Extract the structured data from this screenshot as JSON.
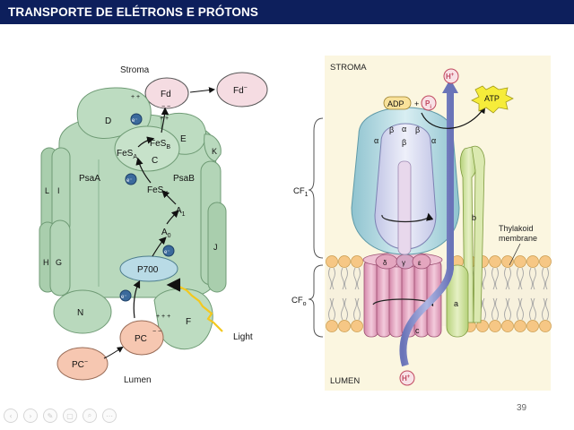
{
  "slide": {
    "title": "TRANSPORTE DE ELÉTRONS E PRÓTONS",
    "page_number": "39"
  },
  "left_diagram": {
    "stroma": "Stroma",
    "lumen": "Lumen",
    "light": "Light",
    "fd": "Fd",
    "fd_minus": "Fd",
    "fd_minus_sup": "−",
    "pc": "PC",
    "pc_minus": "PC",
    "pc_minus_sup": "−",
    "p700": "P700",
    "fesb": "FeS",
    "fesb_sub": "B",
    "fesa": "FeS",
    "fesa_sub": "A",
    "fesx": "FeS",
    "fesx_sub": "X",
    "a1": "A",
    "a1_sub": "1",
    "a0": "A",
    "a0_sub": "0",
    "electron": "e⁻",
    "subunits": {
      "D": "D",
      "E": "E",
      "C": "C",
      "K": "K",
      "PsaA": "PsaA",
      "PsaB": "PsaB",
      "L": "L",
      "I": "I",
      "H": "H",
      "G": "G",
      "J": "J",
      "N": "N",
      "F": "F"
    },
    "charges_plus": "+ +",
    "charges_plus3": "+ + +",
    "charges_minus": "− −"
  },
  "right_diagram": {
    "stroma": "STROMA",
    "lumen": "LUMEN",
    "h_plus": "H",
    "h_plus_sup": "+",
    "adp": "ADP",
    "plus": "+",
    "pi": "P",
    "pi_sub": "i",
    "atp": "ATP",
    "cf1": "CF",
    "cf1_sub": "1",
    "cf0": "CF",
    "cf0_sub": "o",
    "alpha": "α",
    "beta": "β",
    "gamma": "γ",
    "delta": "δ",
    "epsilon": "ε",
    "a": "a",
    "b": "b",
    "c": "c",
    "thylakoid_line1": "Thylakoid",
    "thylakoid_line2": "membrane"
  },
  "toolbar": {
    "buttons": [
      "‹",
      "›",
      "✎",
      "▢",
      "⌕",
      "⋯"
    ]
  },
  "colors": {
    "title_bg": "#0d1f5c",
    "psi_green": "#b9d9bd",
    "psi_green_dark": "#a6cba9",
    "pink_fd": "#f5dce2",
    "pc_peach": "#f6c7b1",
    "p700_blue": "#b9dbe6",
    "light_yellow": "#f3c81f",
    "cf1_blue": "#a8d2dc",
    "cf0_pink": "#e4a6bf",
    "membrane_orange": "#f6c785",
    "right_bg": "#fbf6e0"
  }
}
